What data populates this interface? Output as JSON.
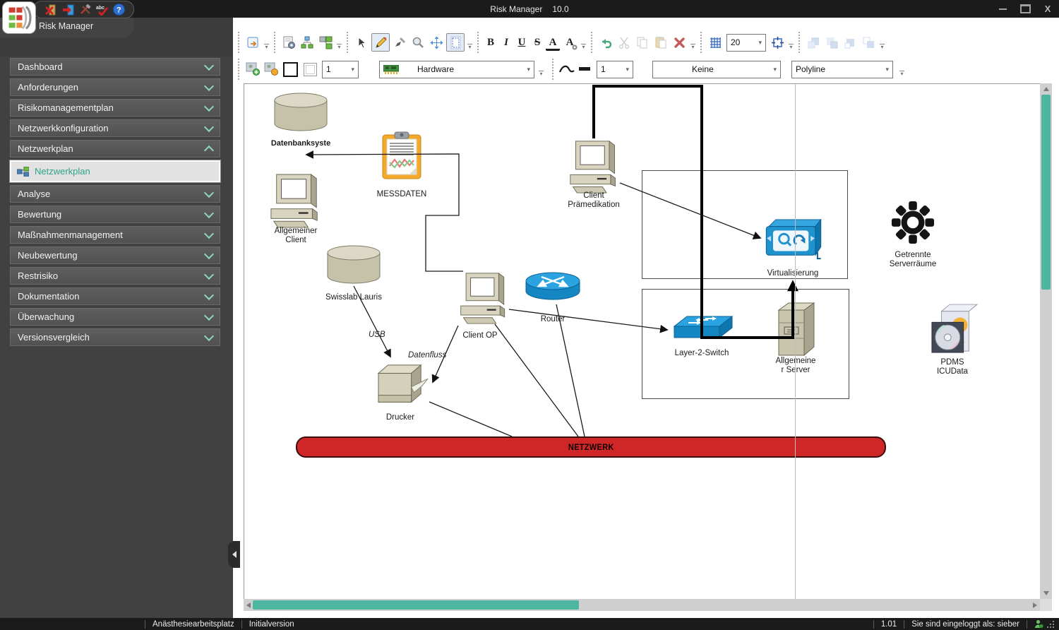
{
  "window": {
    "title": "Risk Manager",
    "version": "10.0"
  },
  "header": {
    "app_tab_label": "Risk Manager"
  },
  "sidebar": {
    "items": [
      {
        "label": "Dashboard"
      },
      {
        "label": "Anforderungen"
      },
      {
        "label": "Risikomanagementplan"
      },
      {
        "label": "Netzwerkkonfiguration"
      },
      {
        "label": "Netzwerkplan"
      },
      {
        "label": "Analyse"
      },
      {
        "label": "Bewertung"
      },
      {
        "label": "Maßnahmenmanagement"
      },
      {
        "label": "Neubewertung"
      },
      {
        "label": "Restrisiko"
      },
      {
        "label": "Dokumentation"
      },
      {
        "label": "Überwachung"
      },
      {
        "label": "Versionsvergleich"
      }
    ],
    "active_subitem": {
      "label": "Netzwerkplan"
    }
  },
  "toolbar": {
    "format": {
      "bold": "B",
      "italic": "I",
      "underline": "U",
      "strikethrough": "S",
      "font_color": "A",
      "font_settings": "A"
    },
    "grid_size": "20"
  },
  "toolbar2": {
    "shape_count": "1",
    "stencil": "Hardware",
    "line_weight": "1",
    "line_style": "Keine",
    "routing": "Polyline"
  },
  "canvas": {
    "network_bar": {
      "label": "NETZWERK",
      "color": "#cf2727"
    },
    "edge_labels": {
      "usb": "USB",
      "datenfluss": "Datenfluss"
    },
    "nodes": {
      "datenbanksystem": {
        "label": "Datenbanksyste"
      },
      "messdaten": {
        "label": "MESSDATEN"
      },
      "allgemeiner_client": {
        "label": "Allgemeiner\nClient"
      },
      "swisslab": {
        "label": "Swisslab Lauris"
      },
      "client_op": {
        "label": "Client OP"
      },
      "router": {
        "label": "Router"
      },
      "drucker": {
        "label": "Drucker"
      },
      "client_praemedikation": {
        "label": "Client\nPrämedikation"
      },
      "virtualisierung": {
        "label": "Virtualisierung"
      },
      "layer_2_switch": {
        "label": "Layer-2-Switch"
      },
      "allgemeiner_server": {
        "label": "Allgemeine\nr Server"
      },
      "getrennte_serverraeume": {
        "label": "Getrennte\nServerräume"
      },
      "pdms_icudata": {
        "label": "PDMS\nICUData"
      }
    }
  },
  "statusbar": {
    "workplace": "Anästhesiearbeitsplatz",
    "version_name": "Initialversion",
    "version_number": "1.01",
    "login": "Sie sind eingeloggt als: sieber"
  },
  "colors": {
    "accent_teal": "#4db6a0",
    "selected_text": "#2fa38a",
    "network_red": "#cf2727"
  }
}
